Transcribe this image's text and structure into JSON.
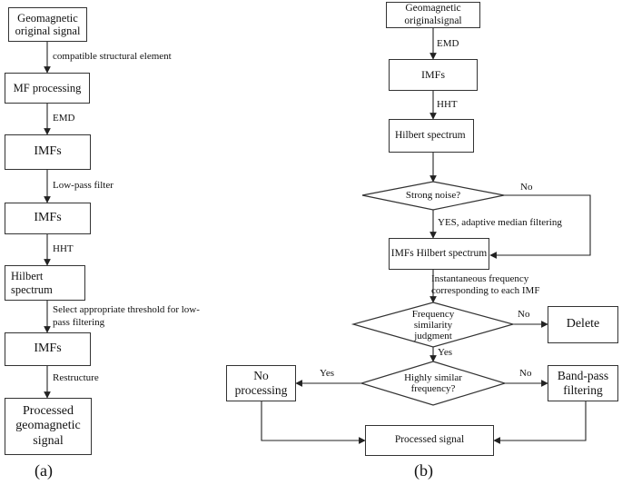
{
  "panel_a": {
    "caption": "(a)",
    "nodes": {
      "original": "Geomagnetic original signal",
      "mf": "MF processing",
      "imfs1": "IMFs",
      "imfs2": "IMFs",
      "hilbert": "Hilbert spectrum",
      "imfs3": "IMFs",
      "processed": "Processed geomagnetic signal"
    },
    "edges": {
      "e1": "compatible structural element",
      "e2": "EMD",
      "e3": "Low-pass filter",
      "e4": "HHT",
      "e5a": "Select appropriate threshold for low-",
      "e5b": "pass filtering",
      "e6": "Restructure"
    }
  },
  "panel_b": {
    "caption": "(b)",
    "nodes": {
      "original_l1": "Geomagnetic",
      "original_l2": "originalsignal",
      "imfs": "IMFs",
      "hilbert": "Hilbert spectrum",
      "strong_noise": "Strong noise?",
      "imfs_hilbert": "IMFs Hilbert spectrum",
      "freq_sim": "Frequency similarity judgment",
      "delete": "Delete",
      "highly_similar": "Highly similar frequency?",
      "no_processing": "No processing",
      "band_pass": "Band-pass filtering",
      "processed": "Processed signal"
    },
    "edges": {
      "emd": "EMD",
      "hht": "HHT",
      "no1": "No",
      "yes_adaptive": "YES, adaptive median filtering",
      "inst_l1": "Instantaneous frequency",
      "inst_l2": "corresponding to each IMF",
      "no2": "No",
      "yes1": "Yes",
      "yes2": "Yes",
      "no3": "No"
    }
  }
}
